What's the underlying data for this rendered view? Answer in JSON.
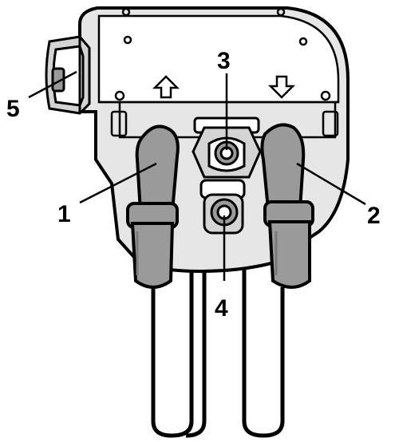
{
  "diagram": {
    "callouts": [
      {
        "id": "1",
        "label": "1"
      },
      {
        "id": "2",
        "label": "2"
      },
      {
        "id": "3",
        "label": "3"
      },
      {
        "id": "4",
        "label": "4"
      },
      {
        "id": "5",
        "label": "5"
      }
    ],
    "colors": {
      "housing": "#e6e6e6",
      "tube": "#9a9a9a",
      "tube_dark": "#7a7a7a",
      "outline": "#000000",
      "background": "#ffffff"
    },
    "icons": [
      "arrow-up-icon",
      "arrow-down-icon"
    ]
  }
}
